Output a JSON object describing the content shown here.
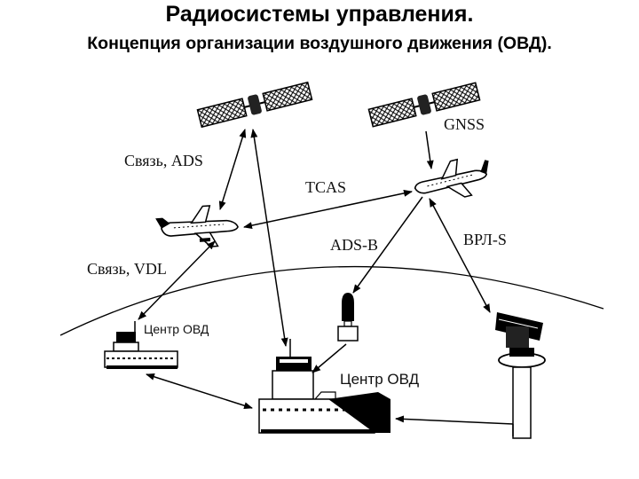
{
  "title": "Радиосистемы управления.",
  "subtitle": "Концепция организации воздушного движения (ОВД).",
  "labels": {
    "comm_ads": "Связь, ADS",
    "tcas": "TCAS",
    "gnss": "GNSS",
    "comm_vdl": "Связь, VDL",
    "ads_b": "ADS-B",
    "vrl_s": "ВРЛ-S",
    "atc_center_left": "Центр ОВД",
    "atc_center_main": "Центр ОВД"
  }
}
